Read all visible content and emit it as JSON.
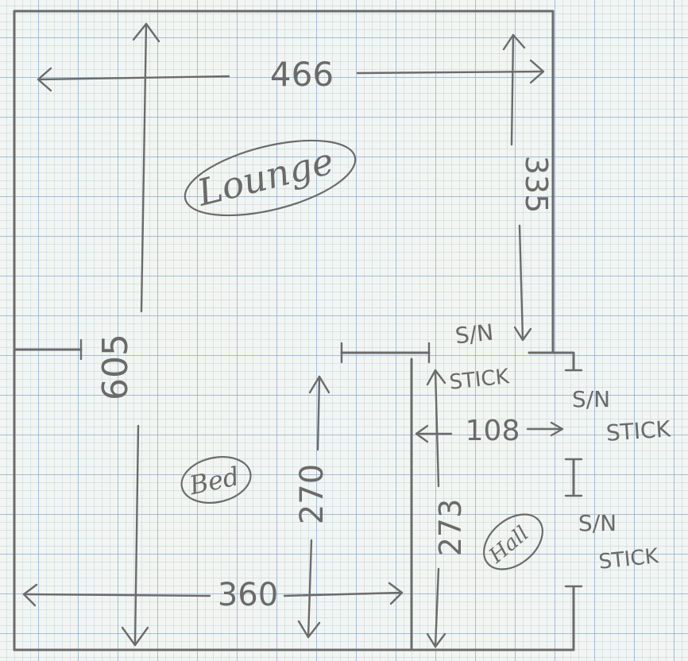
{
  "rooms": {
    "lounge": "Lounge",
    "bed": "Bed",
    "hall": "Hall"
  },
  "dimensions": {
    "lounge_width": "466",
    "lounge_right_height": "335",
    "total_height": "605",
    "bed_width": "360",
    "bed_height": "270",
    "hall_height": "273",
    "hall_width": "108"
  },
  "notes": {
    "sn_top_line1": "S/N",
    "sn_top_line2": "STICK",
    "sn_right_line1": "S/N",
    "sn_right_line2": "STICK",
    "sn_bottom_line1": "S/N",
    "sn_bottom_line2": "STICK"
  },
  "colors": {
    "pencil": "#6b6b6b",
    "paper": "#f2f5f1",
    "grid": "#78a0c8"
  }
}
